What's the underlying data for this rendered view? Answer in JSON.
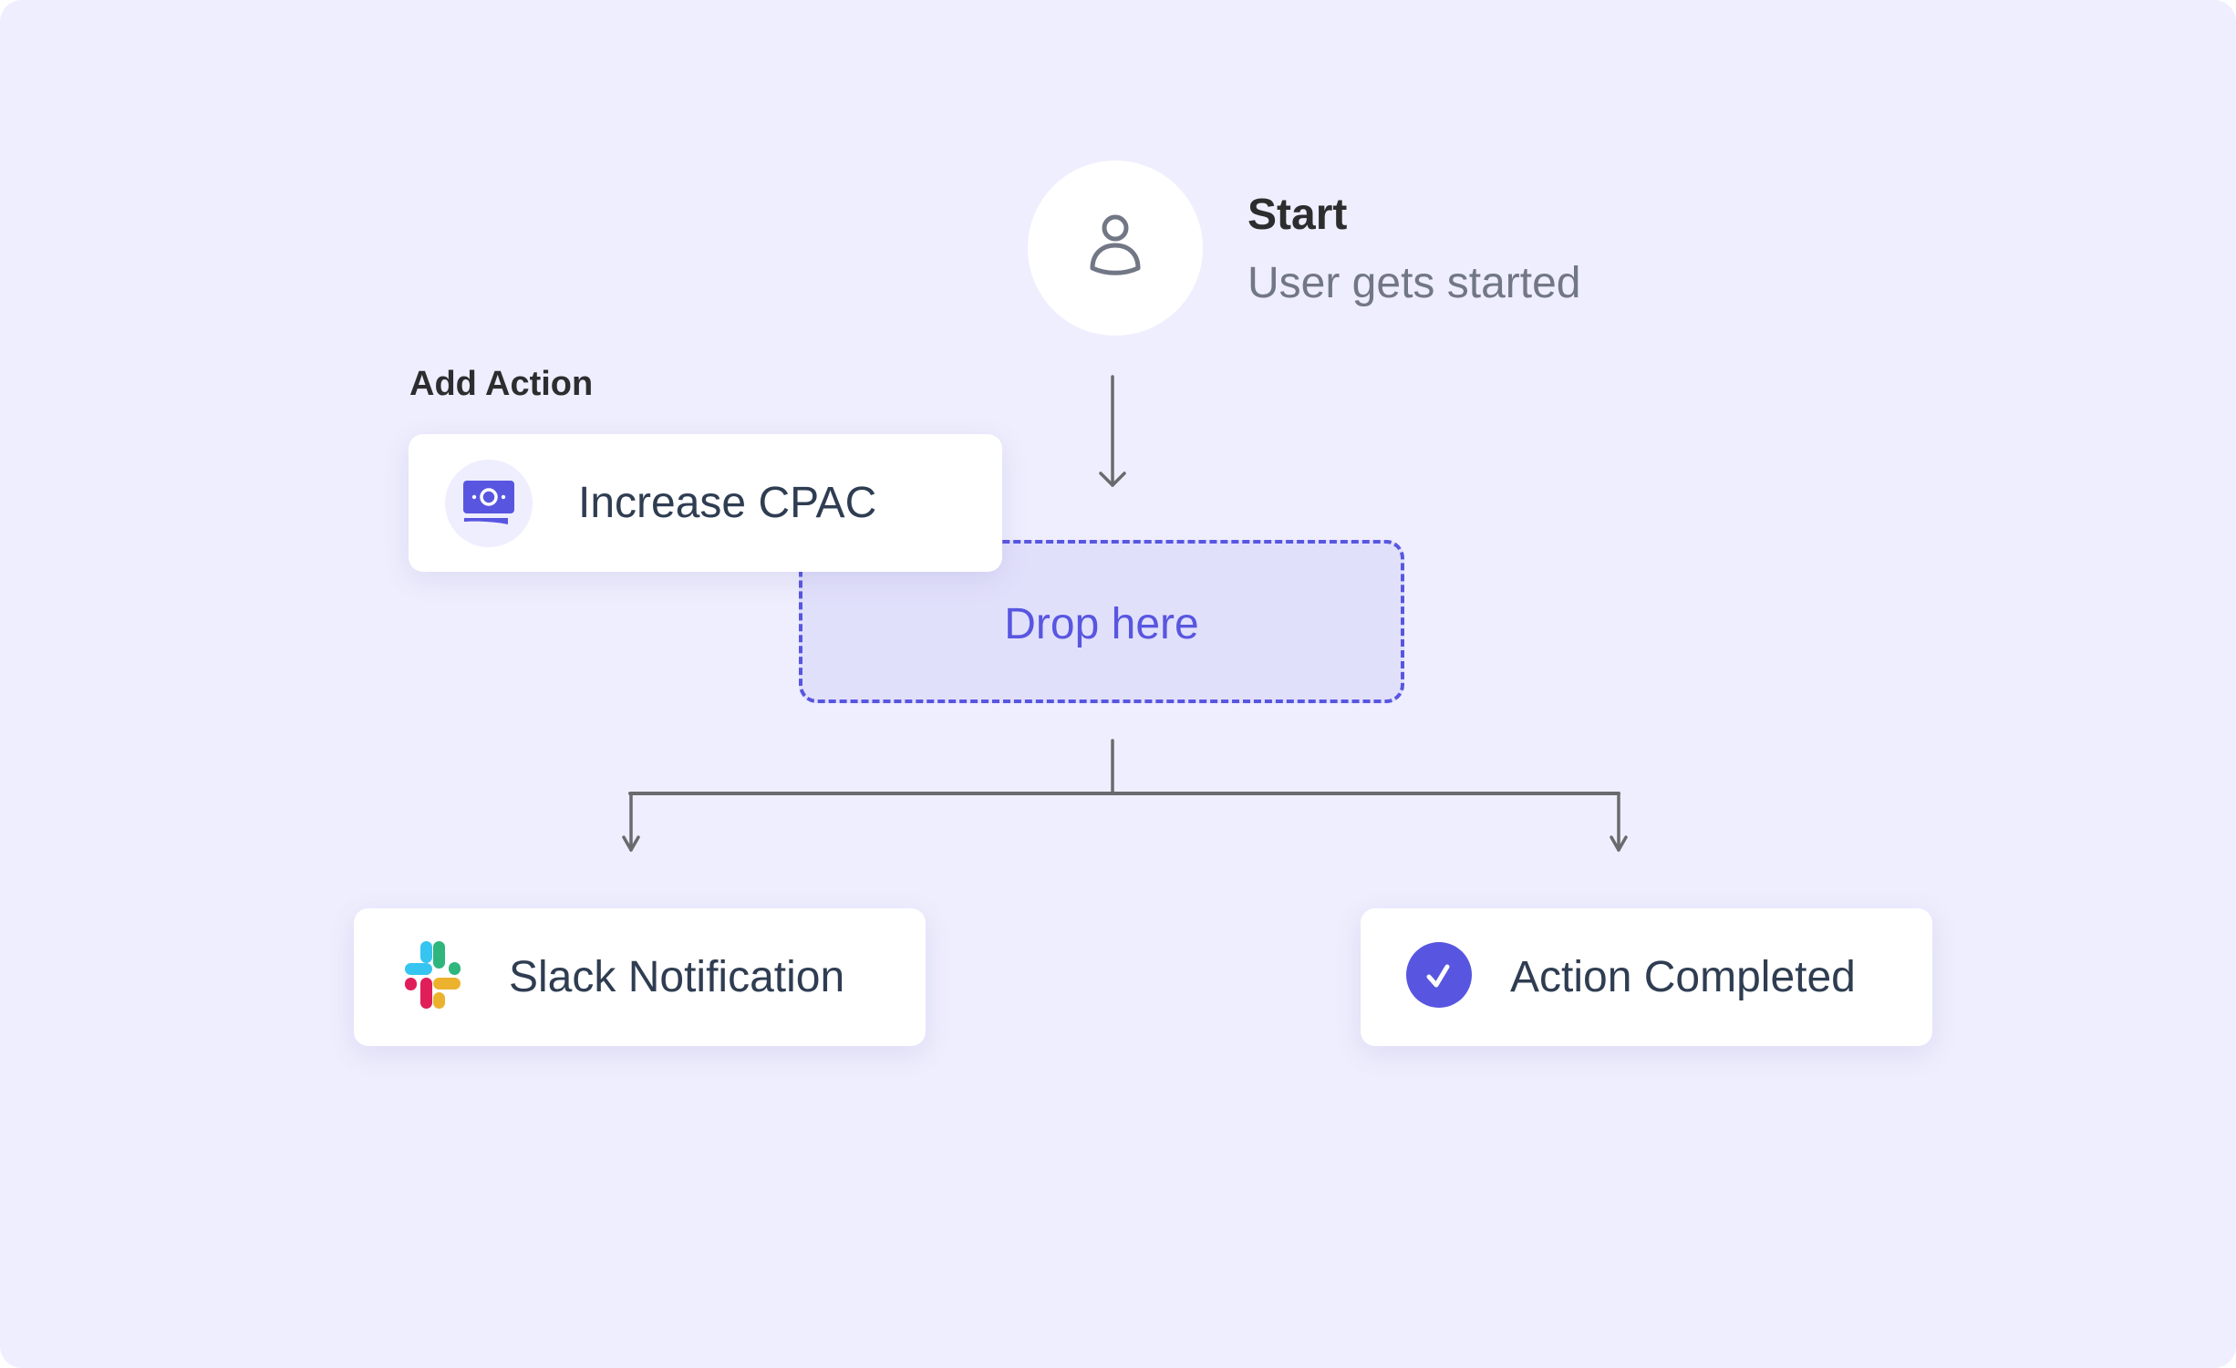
{
  "start": {
    "icon": "user-icon",
    "title": "Start",
    "subtitle": "User gets started"
  },
  "add_action": {
    "label": "Add Action",
    "dragged_item": {
      "icon": "money-icon",
      "label": "Increase CPAC"
    }
  },
  "drop_zone": {
    "label": "Drop here"
  },
  "branches": [
    {
      "icon": "slack-icon",
      "label": "Slack Notification"
    },
    {
      "icon": "check-circle-icon",
      "label": "Action Completed"
    }
  ],
  "colors": {
    "background": "#efeefe",
    "accent": "#5856e0",
    "drop_zone_fill": "#e1e0fb",
    "card": "#ffffff",
    "text_dark": "#2f3d52",
    "text_muted": "#727786",
    "connector": "#6a6a6e",
    "slack_blue": "#36c5f0",
    "slack_green": "#2eb67d",
    "slack_red": "#e01e5a",
    "slack_yellow": "#ecb22e"
  }
}
